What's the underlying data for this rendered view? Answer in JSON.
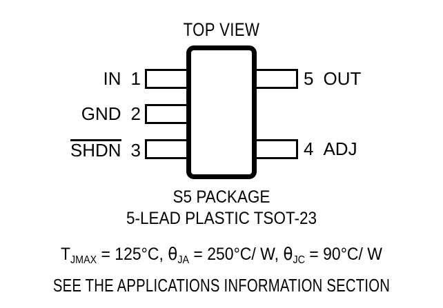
{
  "diagram": {
    "title": "TOP VIEW",
    "pins": {
      "left": [
        {
          "name": "IN",
          "number": "1",
          "overline": false
        },
        {
          "name": "GND",
          "number": "2",
          "overline": false
        },
        {
          "name": "SHDN",
          "number": "3",
          "overline": true
        }
      ],
      "right": [
        {
          "number": "5",
          "name": "OUT"
        },
        {
          "number": "4",
          "name": "ADJ"
        }
      ]
    },
    "captions": {
      "package": "S5 PACKAGE",
      "lead_type": "5-LEAD PLASTIC TSOT-23",
      "see_also": "SEE THE APPLICATIONS INFORMATION SECTION"
    },
    "thermal": {
      "tjmax_symbol": "T",
      "tjmax_subscript": "JMAX",
      "tjmax_value": " = 125°C, ",
      "theta_ja_symbol": "θ",
      "theta_ja_subscript": "JA",
      "theta_ja_value": " = 250°C/ W, ",
      "theta_jc_symbol": "θ",
      "theta_jc_subscript": "JC",
      "theta_jc_value": " = 90°C/ W"
    },
    "colors": {
      "ink": "#000000",
      "background": "#ffffff"
    }
  }
}
